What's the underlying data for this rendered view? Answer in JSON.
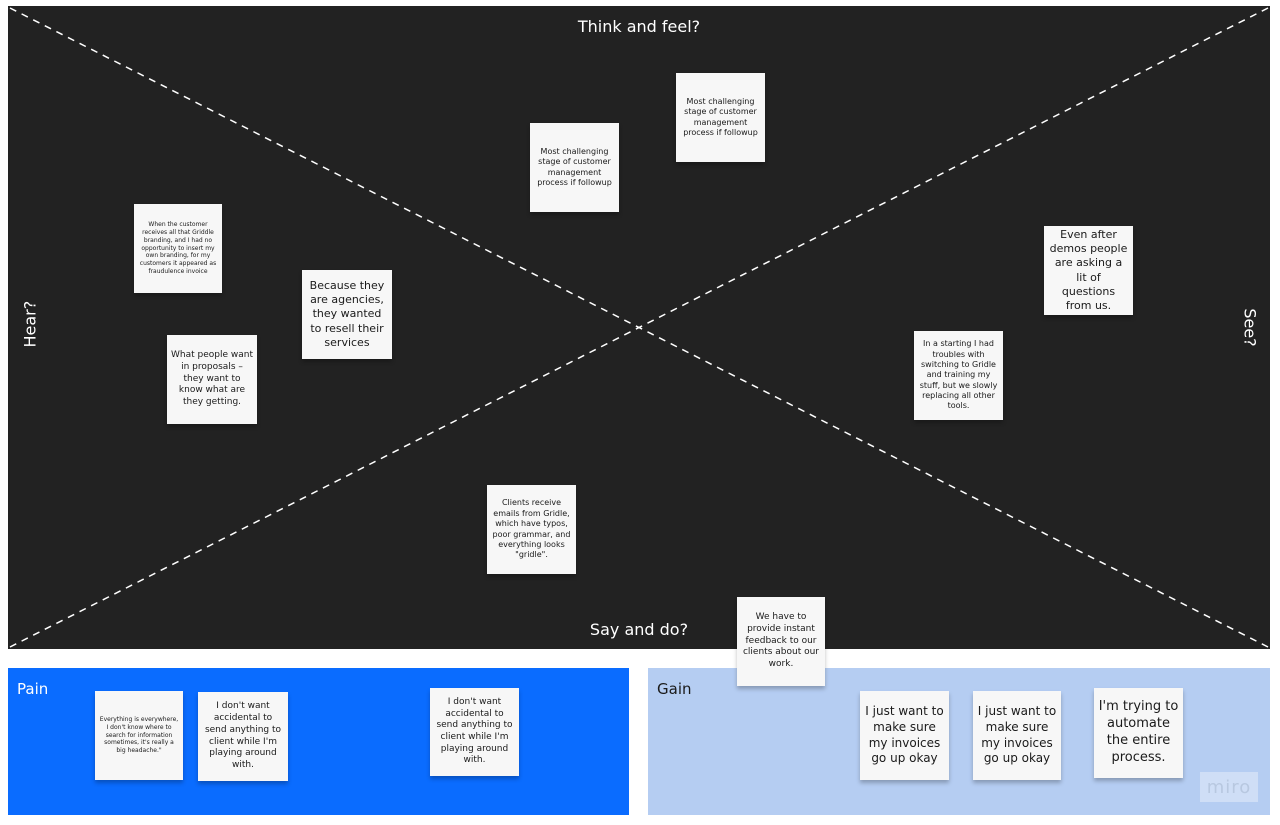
{
  "map": {
    "top_label": "Think and feel?",
    "bottom_label": "Say and do?",
    "left_label": "Hear?",
    "right_label": "See?"
  },
  "notes": {
    "think_1": "Most challenging stage of customer management process if followup",
    "think_2": "Most challenging stage of customer management process if followup",
    "hear_1": "When the customer receives all that Griddle branding, and I had no opportunity to insert my own branding, for my customers it appeared as fraudulence invoice",
    "hear_2": "Because they are agencies, they wanted to resell their services",
    "hear_3": "What people want in proposals – they want to know what are they getting.",
    "see_1": "Even after demos people are asking a lit of questions from us.",
    "see_2": "In a starting I had troubles with switching to Gridle and training my stuff, but we slowly replacing all other tools.",
    "say_1": "Clients receive emails from Gridle, which have typos, poor grammar, and everything looks \"gridle\".",
    "say_2": "We have to provide instant feedback to our clients about our work."
  },
  "pain": {
    "title": "Pain",
    "notes": [
      "Everything is everywhere, I don't know where to search for information sometimes, it's really a big headache.\"",
      "I don't want accidental to send anything to client while I'm playing around with.",
      "I don't want accidental to send anything to client while I'm playing around with."
    ]
  },
  "gain": {
    "title": "Gain",
    "notes": [
      "I just want to make sure my invoices go up okay",
      "I just want to make sure my invoices go up okay",
      "I'm trying to automate the entire process."
    ]
  },
  "brand": {
    "watermark": "miro"
  },
  "colors": {
    "board": "#222222",
    "pain": "#0a6cff",
    "gain": "#b5cdf2",
    "sticky": "#f7f7f7",
    "dash": "#ffffff"
  }
}
